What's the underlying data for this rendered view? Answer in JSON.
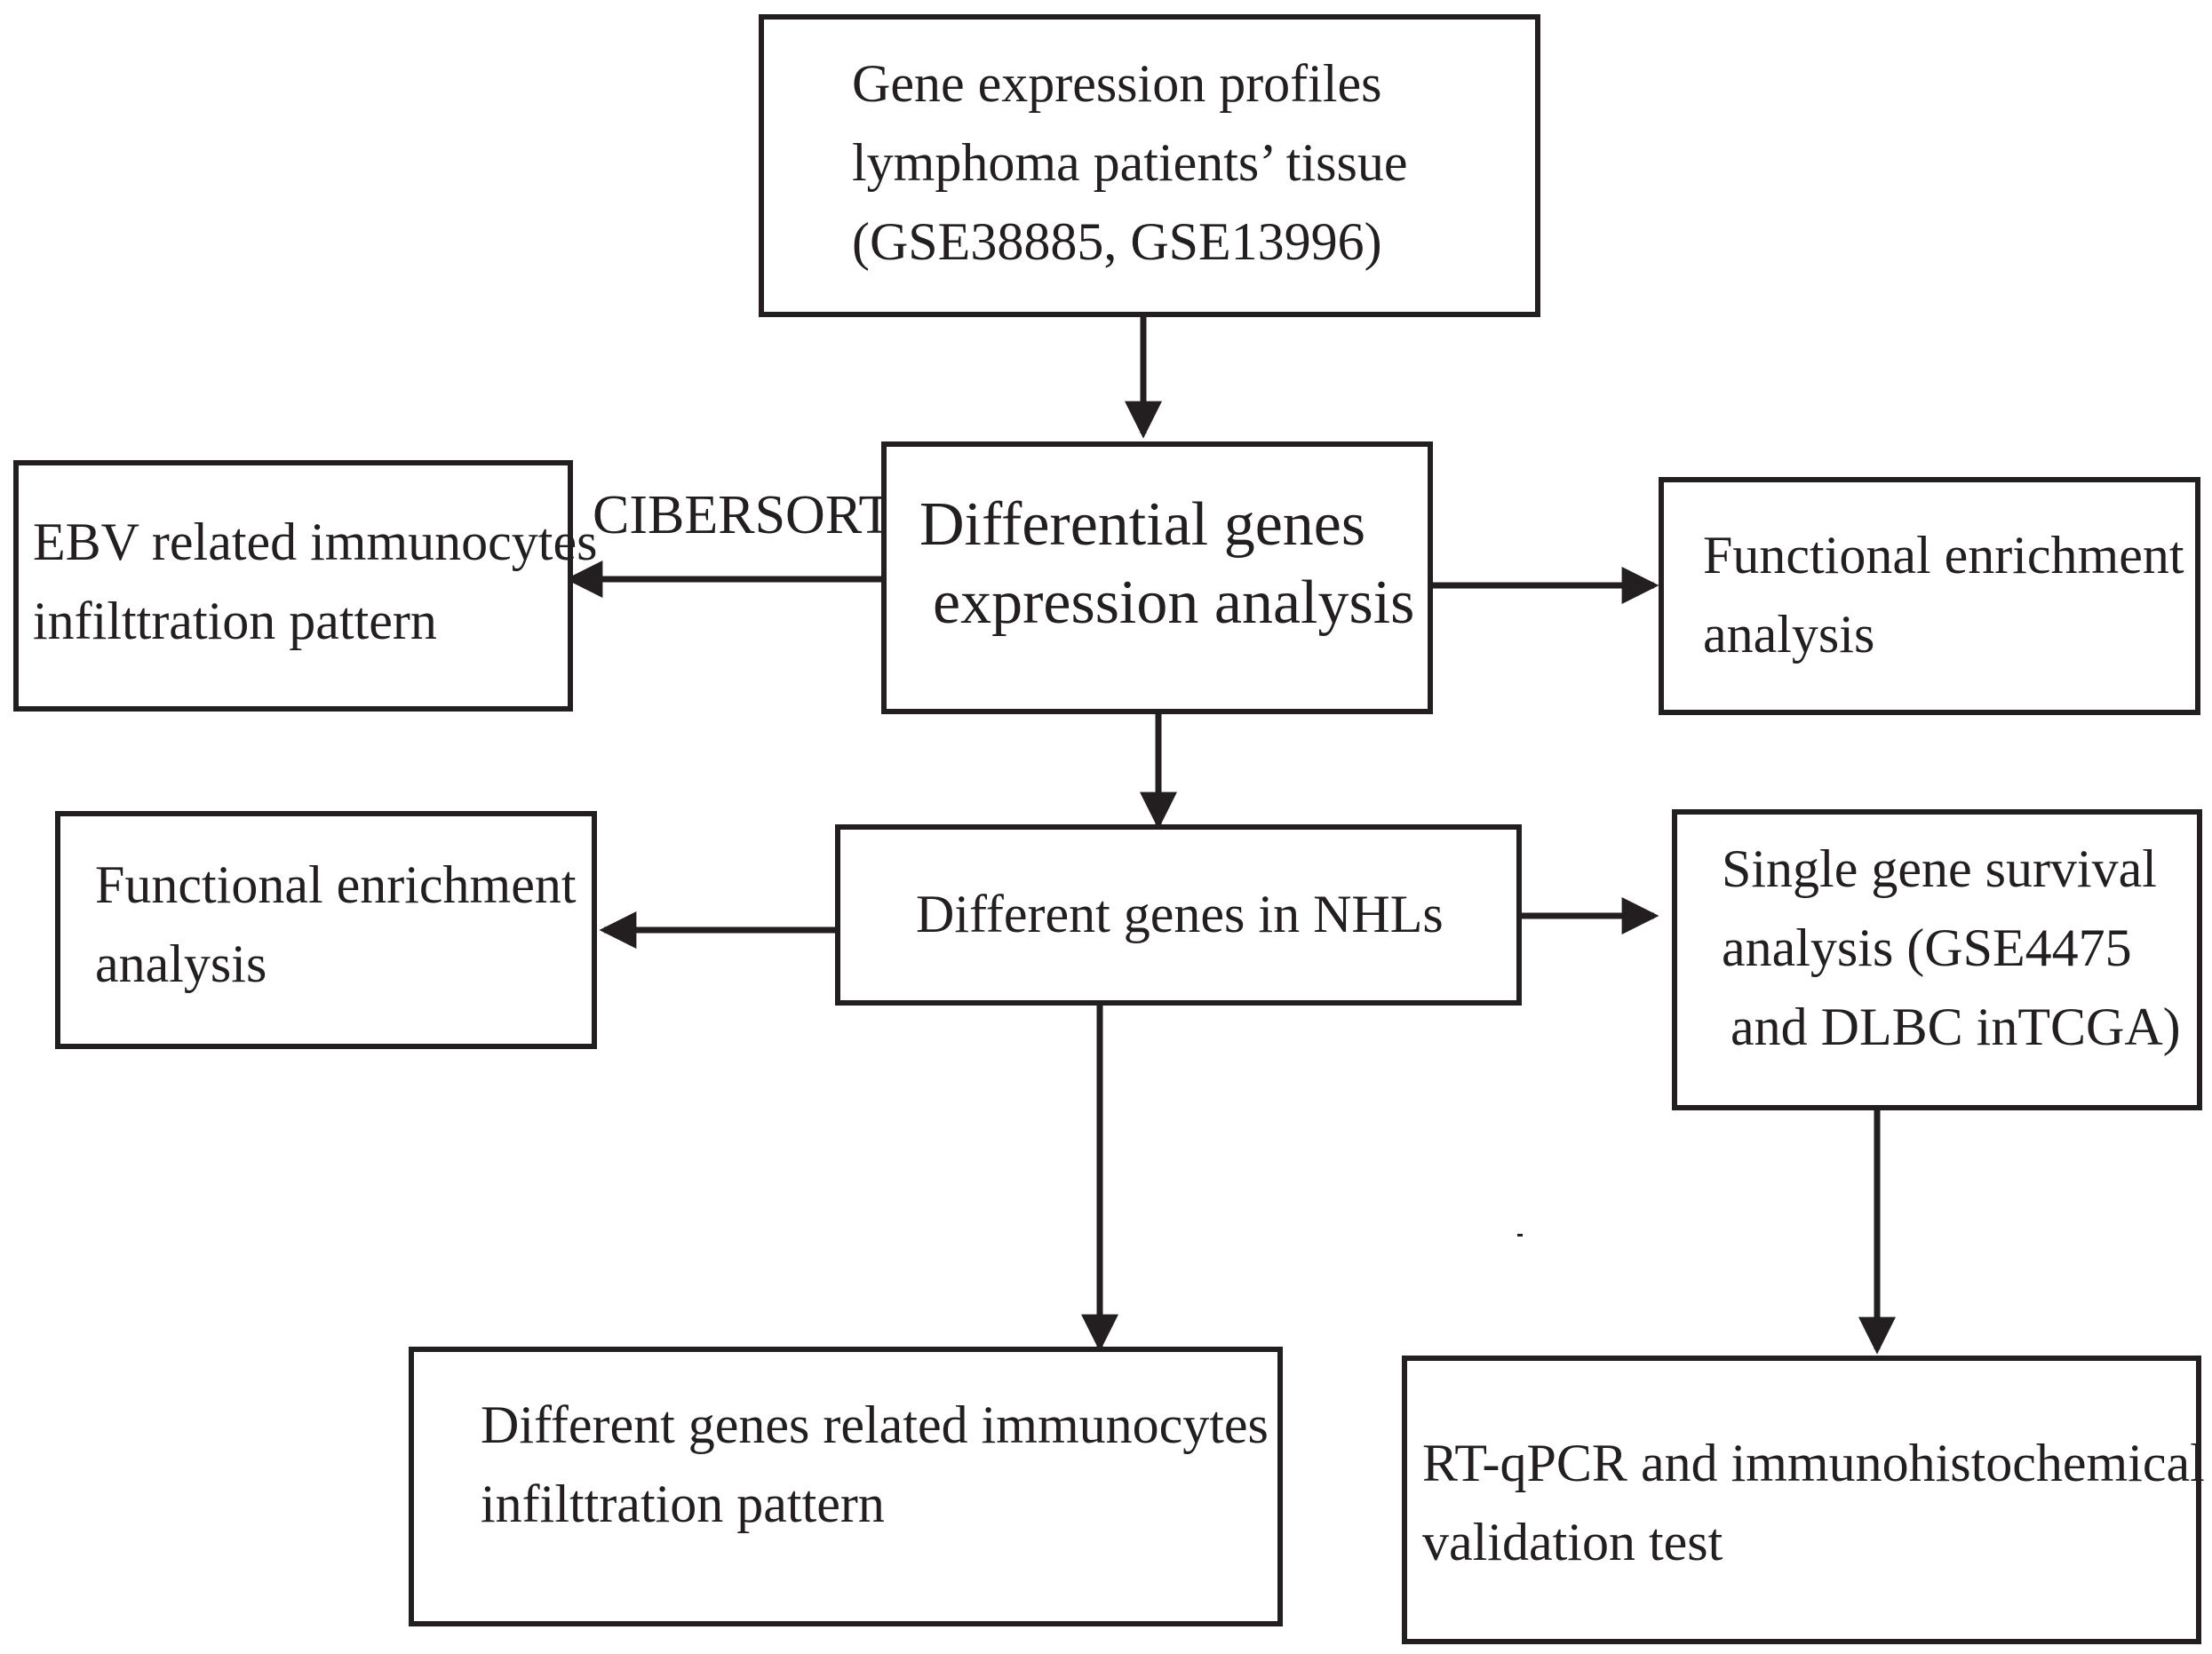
{
  "colors": {
    "stroke": "#231f20",
    "background": "#ffffff"
  },
  "diagram": {
    "nodes": {
      "gene_profiles": {
        "lines": [
          "Gene expression profiles",
          "lymphoma patients’ tissue",
          "(GSE38885, GSE13996)"
        ]
      },
      "differential_analysis": {
        "lines": [
          "Differential genes",
          "expression analysis"
        ]
      },
      "ebv_pattern": {
        "lines": [
          "EBV related immunocytes",
          "infilttration pattern"
        ]
      },
      "functional_enrichment_right": {
        "lines": [
          "Functional enrichment",
          "analysis"
        ]
      },
      "different_genes_nhl": {
        "lines": [
          "Different genes in NHLs"
        ]
      },
      "functional_enrichment_left": {
        "lines": [
          "Functional enrichment",
          "analysis"
        ]
      },
      "survival_analysis": {
        "lines": [
          "Single gene survival",
          "analysis (GSE4475",
          "and DLBC inTCGA)"
        ]
      },
      "immunocytes_pattern": {
        "lines": [
          "Different genes related immunocytes",
          "infilttration pattern"
        ]
      },
      "validation": {
        "lines": [
          "RT-qPCR and immunohistochemical",
          "validation test"
        ]
      }
    },
    "edge_labels": {
      "cibersort": "CIBERSORT"
    }
  }
}
